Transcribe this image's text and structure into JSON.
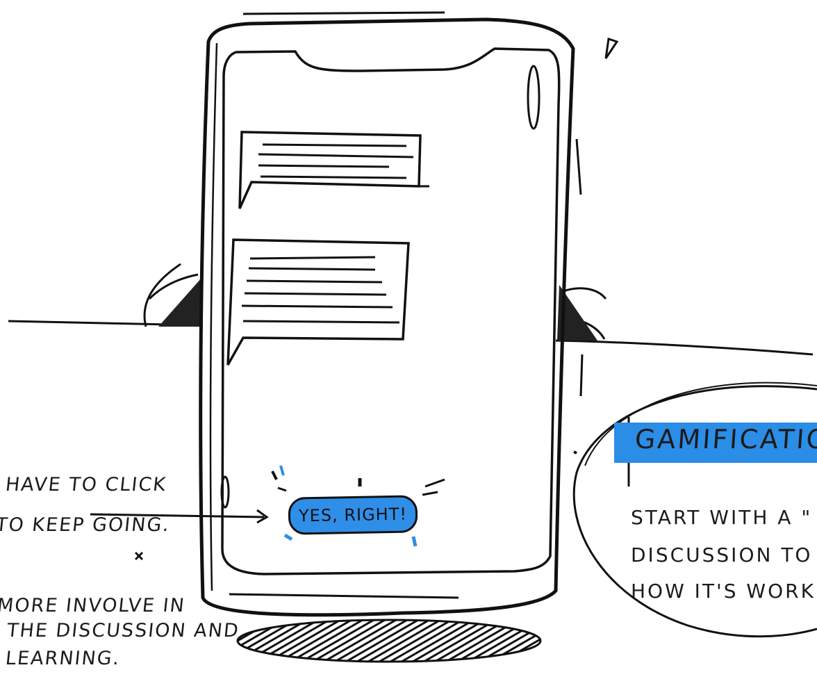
{
  "cta": {
    "label": "YES, RIGHT!"
  },
  "left_note": {
    "line1": "HAVE TO CLICK",
    "line2": "TO KEEP GOING.",
    "line3": "MORE INVOLVE IN",
    "line4": "THE DISCUSSION AND",
    "line5": "LEARNING."
  },
  "callout": {
    "title": "GAMIFICATION !",
    "line1": "START WITH A \"",
    "line2": "DISCUSSION TO L",
    "line3": "HOW IT'S WORK"
  },
  "colors": {
    "ink": "#1b1b1b",
    "highlight": "#2b8de6"
  }
}
